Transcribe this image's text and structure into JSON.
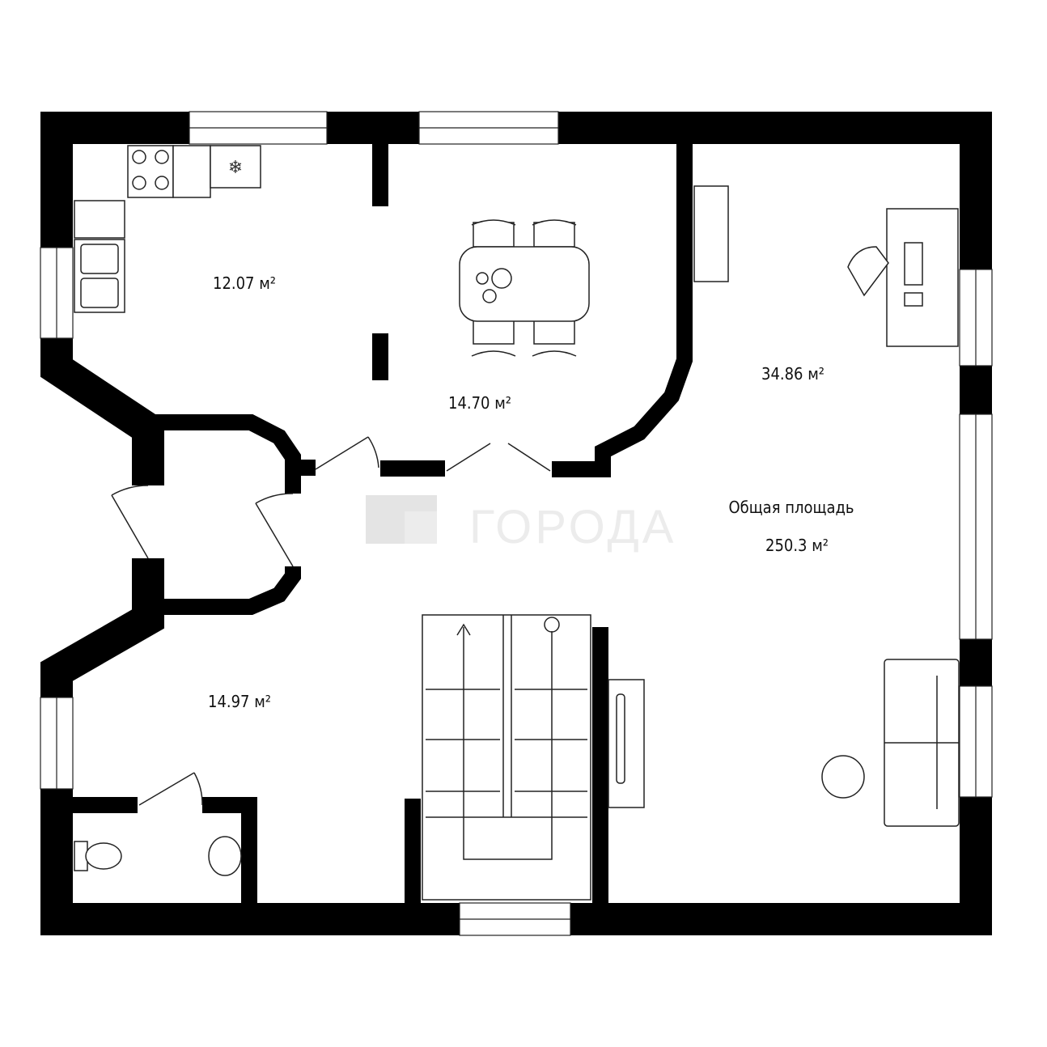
{
  "rooms": [
    {
      "id": "kitchen",
      "area": "12.07 м²"
    },
    {
      "id": "dining",
      "area": "14.70 м²"
    },
    {
      "id": "living",
      "area": "34.86 м²"
    },
    {
      "id": "hall",
      "area": "14.97 м²"
    }
  ],
  "total": {
    "label": "Общая площадь",
    "area": "250.3 м²"
  },
  "watermark": {
    "text": "ГОРОДА"
  },
  "colors": {
    "wall": "#000000",
    "watermark": "#ececec"
  }
}
